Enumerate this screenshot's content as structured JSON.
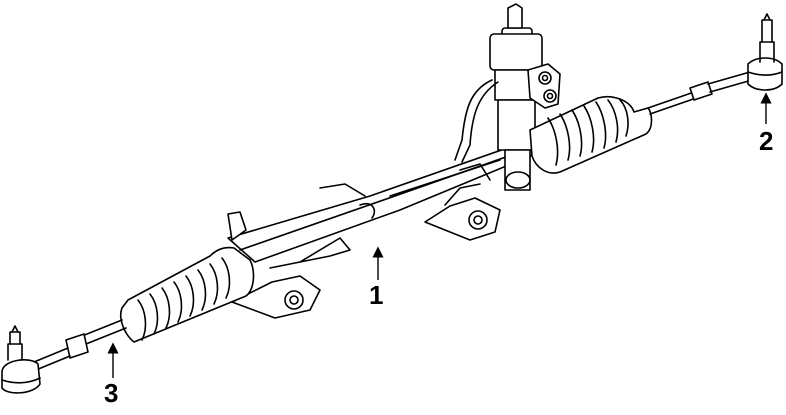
{
  "diagram": {
    "callouts": [
      {
        "id": "1",
        "label": "1",
        "part": "steering-gear-rack-assembly"
      },
      {
        "id": "2",
        "label": "2",
        "part": "outer-tie-rod-end-right"
      },
      {
        "id": "3",
        "label": "3",
        "part": "outer-tie-rod-end-left"
      }
    ]
  },
  "colors": {
    "line": "#000000",
    "background": "#ffffff"
  }
}
